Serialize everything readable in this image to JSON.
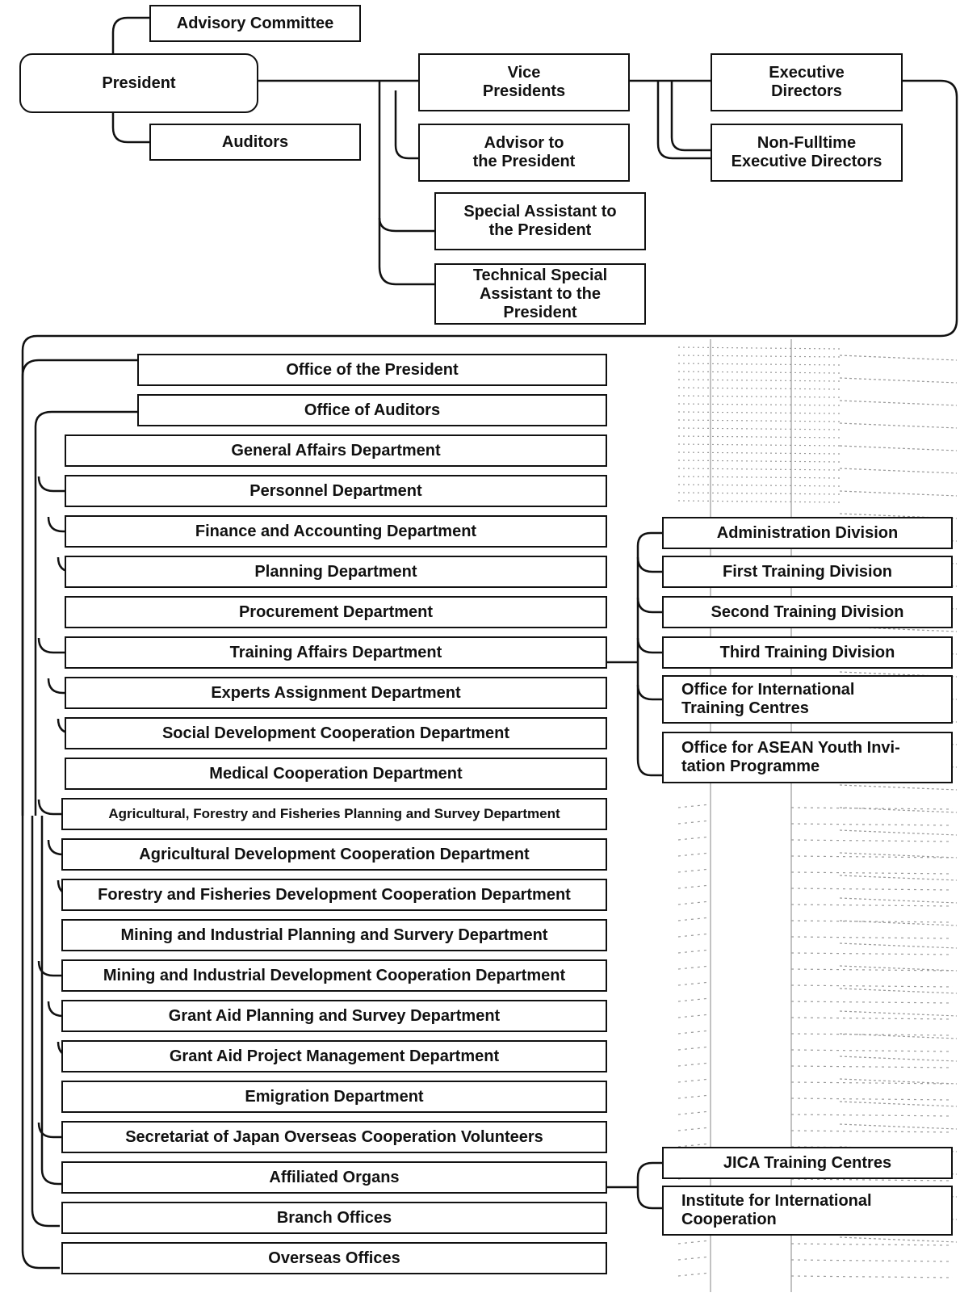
{
  "top": {
    "advisory_committee": "Advisory Committee",
    "president": "President",
    "auditors": "Auditors",
    "vice_presidents": "Vice\nPresidents",
    "advisor": "Advisor to\nthe President",
    "special_assistant": "Special Assistant to\nthe President",
    "technical_special_assistant": "Technical Special\nAssistant to the\nPresident",
    "executive_directors": "Executive\nDirectors",
    "non_fulltime": "Non-Fulltime\nExecutive Directors"
  },
  "departments": [
    "Office of the President",
    "Office of Auditors",
    "General Affairs Department",
    "Personnel Department",
    "Finance and Accounting Department",
    "Planning Department",
    "Procurement Department",
    "Training Affairs Department",
    "Experts Assignment Department",
    "Social Development Cooperation Department",
    "Medical Cooperation Department",
    "Agricultural, Forestry and Fisheries Planning and Survey Department",
    "Agricultural Development Cooperation Department",
    "Forestry and Fisheries Development Cooperation Department",
    "Mining and Industrial Planning and Survery Department",
    "Mining and Industrial Development Cooperation Department",
    "Grant Aid Planning and Survey Department",
    "Grant Aid Project Management Department",
    "Emigration Department",
    "Secretariat of Japan Overseas Cooperation Volunteers",
    "Affiliated Organs",
    "Branch Offices",
    "Overseas Offices"
  ],
  "training_divisions": [
    "Administration Division",
    "First Training Division",
    "Second Training Division",
    "Third Training Division",
    "Office for International\nTraining Centres",
    "Office for ASEAN Youth Invi-\ntation Programme"
  ],
  "affiliated_organs": [
    "JICA Training Centres",
    "Institute for International\nCooperation"
  ],
  "colors": {
    "line": "#111111",
    "background": "#ffffff",
    "building": "#9a9a9a"
  }
}
